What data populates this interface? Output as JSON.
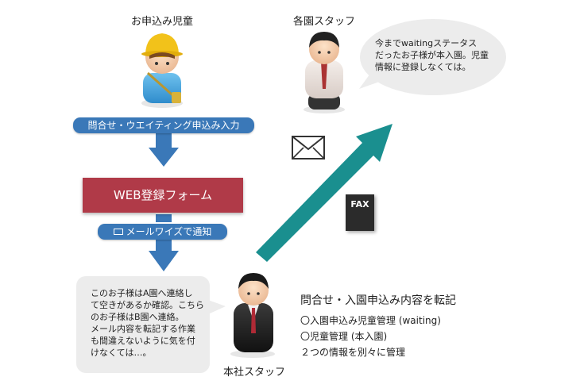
{
  "child_label": "お申込み児童",
  "school_staff_label": "各園スタッフ",
  "hq_staff_label": "本社スタッフ",
  "inquiry_step": "問合せ・ウエイティング申込み入力",
  "web_form": "WEB登録フォーム",
  "mail_notify": "メールワイズで通知",
  "fax_label": "FAX",
  "school_bubble": [
    "今までwaitingステータス",
    "だったお子様が本入園。児童",
    "情報に登録しなくては。"
  ],
  "hq_bubble": [
    "このお子様はA園へ連絡し",
    "て空きがあるか確認。こちら",
    "のお子様はB園へ連絡。",
    "メール内容を転記する作業",
    "も間違えないように気を付",
    "けなくては…。"
  ],
  "hq_info": {
    "title": "問合せ・入園申込み内容を転記",
    "lines": [
      "〇入園申込み児童管理 (waiting)",
      "〇児童管理 (本入園)",
      "２つの情報を別々に管理"
    ]
  },
  "colors": {
    "flow_blue": "#3a78b8",
    "form_red": "#b03a48",
    "teal_arrow": "#1a8f8f"
  }
}
